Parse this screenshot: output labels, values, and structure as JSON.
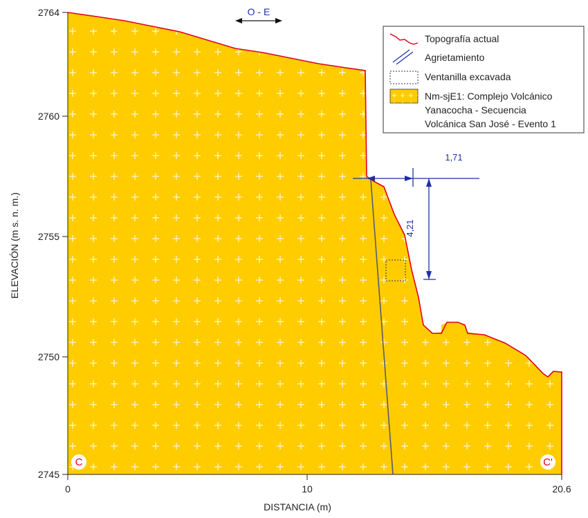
{
  "direction_label": "O - E",
  "endpoints": {
    "left": "C",
    "right": "C'"
  },
  "axes": {
    "ylabel": "ELEVACIÓN (m s. n. m.)",
    "xlabel": "DISTANCIA (m)",
    "yticks": [
      "2764",
      "2760",
      "2755",
      "2750",
      "2745"
    ],
    "xticks": [
      "0",
      "10",
      "20.6"
    ]
  },
  "legend": {
    "topography": "Topografía actual",
    "crack": "Agrietamiento",
    "window": "Ventanilla excavada",
    "unit_line1": "Nm-sjE1: Complejo Volcánico",
    "unit_line2": "Yanacocha - Secuencia",
    "unit_line3": "Volcánica San José - Evento 1"
  },
  "measurements": {
    "horizontal": "1,71",
    "vertical": "4,21"
  },
  "colors": {
    "fill": "#FFCC00",
    "topography": "#E0001B",
    "dimension": "#1F2FA8",
    "crack": "#555a6e"
  }
}
